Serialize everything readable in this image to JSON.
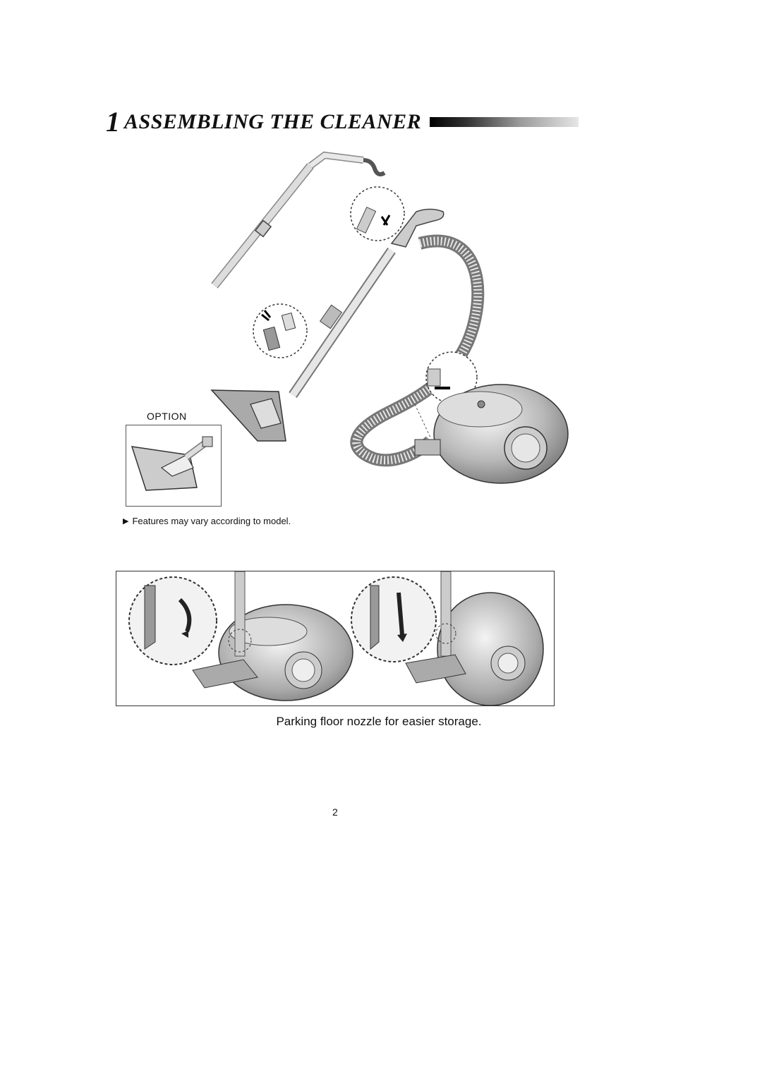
{
  "heading": {
    "number": "1",
    "title": "ASSEMBLING THE CLEANER"
  },
  "option": {
    "label": "OPTION"
  },
  "note": {
    "arrow": "▶",
    "text": "Features may vary according to model."
  },
  "parking": {
    "caption": "Parking floor nozzle for easier storage."
  },
  "page": {
    "number": "2"
  }
}
